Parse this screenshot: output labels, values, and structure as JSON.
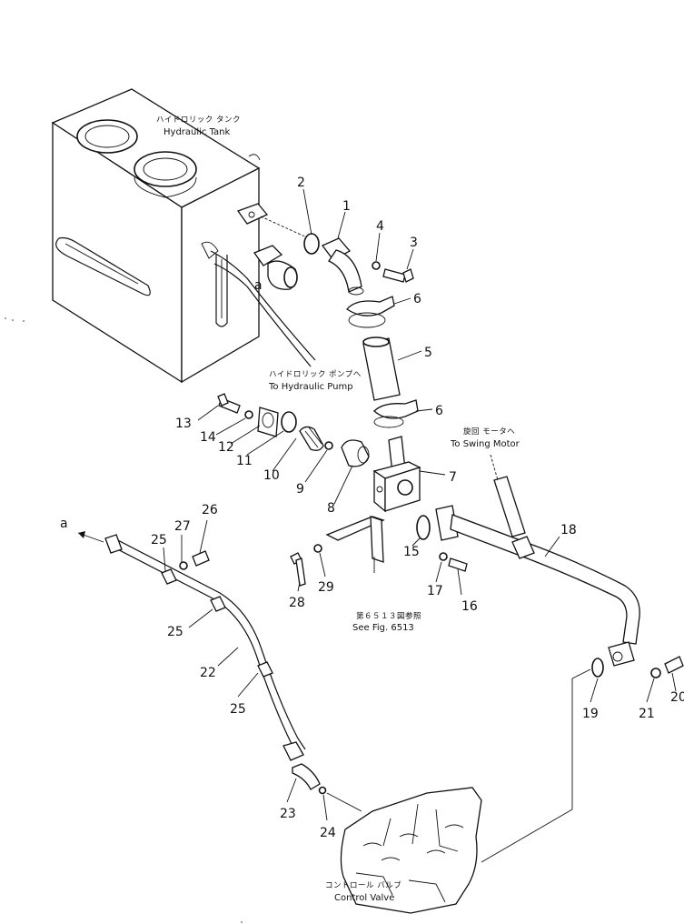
{
  "labels": {
    "tank_jp": "ハイドロリック タンク",
    "tank_en": "Hydraulic Tank",
    "pump_jp": "ハイドロリック ポンプヘ",
    "pump_en": "To Hydraulic Pump",
    "swing_jp": "旋回 モータヘ",
    "swing_en": "To Swing Motor",
    "fig_jp": "第６５１３図参照",
    "fig_en": "See Fig. 6513",
    "valve_jp": "コントロール バルブ",
    "valve_en": "Control Valve",
    "ref_a1": "a",
    "ref_a2": "a"
  },
  "part_numbers": {
    "p1": "1",
    "p2": "2",
    "p3": "3",
    "p4": "4",
    "p5": "5",
    "p6a": "6",
    "p6b": "6",
    "p7": "7",
    "p8": "8",
    "p9": "9",
    "p10": "10",
    "p11": "11",
    "p12": "12",
    "p13": "13",
    "p14": "14",
    "p15": "15",
    "p16": "16",
    "p17": "17",
    "p18": "18",
    "p19": "19",
    "p20": "20",
    "p21": "21",
    "p22": "22",
    "p23": "23",
    "p24": "24",
    "p25a": "25",
    "p25b": "25",
    "p25c": "25",
    "p26": "26",
    "p27": "27",
    "p28": "28",
    "p29": "29"
  }
}
